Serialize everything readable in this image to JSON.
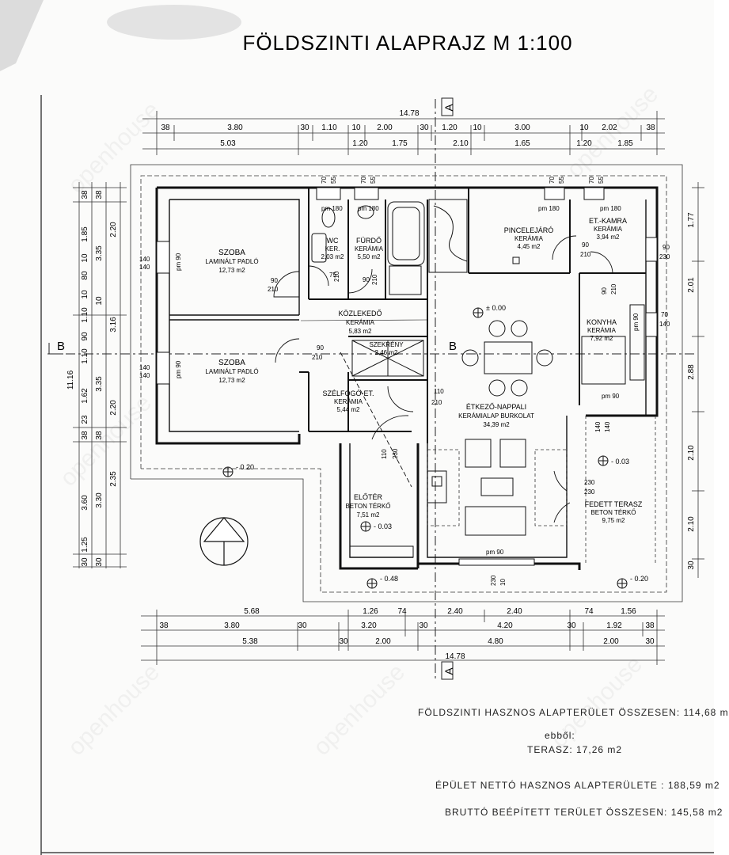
{
  "title": "FÖLDSZINTI ALAPRAJZ  M 1:100",
  "watermark": "openhouse",
  "section_mark_a": "A",
  "section_mark_b": "B",
  "dims_top_row1": [
    "38",
    "3.80",
    "30",
    "1.10",
    "10",
    "2.00",
    "30",
    "1.20",
    "10",
    "3.00",
    "10",
    "2.02",
    "38"
  ],
  "dims_top_total": "14.78",
  "dims_top_row2": [
    "5.03",
    "1.20",
    "1.75",
    "2.10",
    "1.65",
    "1.20",
    "1.85"
  ],
  "dims_bottom_row1": [
    "5.68",
    "1.26",
    "74",
    "2.40",
    "2.40",
    "74",
    "1.56"
  ],
  "dims_bottom_row2": [
    "38",
    "3.80",
    "30",
    "3.20",
    "30",
    "4.20",
    "30",
    "1.92",
    "38"
  ],
  "dims_bottom_row3": [
    "5.38",
    "30",
    "2.00",
    "4.80",
    "2.00",
    "30"
  ],
  "dims_bottom_total": "14.78",
  "dims_left_total": "11.16",
  "dims_left_col1": [
    "38",
    "1.85",
    "10",
    "80",
    "10",
    "1.10",
    "90",
    "1.10",
    "1.62",
    "23",
    "38",
    "3.60",
    "1.25",
    "30"
  ],
  "dims_left_col2": [
    "38",
    "3.35",
    "10",
    "3.16",
    "3.35",
    "38",
    "3.30",
    "30"
  ],
  "dims_left_col3": [
    "2.20",
    "2.20",
    "2.35"
  ],
  "dims_right": [
    "1.77",
    "2.01",
    "2.88",
    "2.10",
    "2.10",
    "30"
  ],
  "rooms": [
    {
      "name": "SZOBA",
      "finish": "LAMINÁLT PADLÓ",
      "area": "12,73 m2"
    },
    {
      "name": "SZOBA",
      "finish": "LAMINÁLT PADLÓ",
      "area": "12,73 m2"
    },
    {
      "name": "WC",
      "finish": "KER.",
      "area": "2,03 m2"
    },
    {
      "name": "FÜRDŐ",
      "finish": "KERÁMIA",
      "area": "5,50 m2"
    },
    {
      "name": "PINCELEJÁRÓ",
      "finish": "KERÁMIA",
      "area": "4,45 m2"
    },
    {
      "name": "ET.-KAMRA",
      "finish": "KERÁMIA",
      "area": "3,94 m2"
    },
    {
      "name": "KÖZLEKEDŐ",
      "finish": "KERÁMIA",
      "area": "5,83 m2"
    },
    {
      "name": "KONYHA",
      "finish": "KERÁMIA",
      "area": "7,92 m2"
    },
    {
      "name": "SZÉLFOGÓ-ET.",
      "finish": "KERÁMIA",
      "area": "5,44 m2"
    },
    {
      "name": "ÉTKEZŐ-NAPPALI",
      "finish": "KERÁMIALAP BURKOLAT",
      "area": "34,39 m2"
    },
    {
      "name": "ELŐTÉR",
      "finish": "BETON TÉRKŐ",
      "area": "7,51 m2"
    },
    {
      "name": "FEDETT TERASZ",
      "finish": "BETON TÉRKŐ",
      "area": "9,75 m2"
    }
  ],
  "closet": {
    "name": "SZEKRÉNY",
    "area": "2,46 m2"
  },
  "levels": {
    "zero": "± 0.00",
    "front": "- 0.20",
    "entry": "- 0.03",
    "terrace": "- 0.03",
    "porch_low": "- 0.48",
    "right_low": "- 0.20"
  },
  "openings": {
    "window_a_w": "140",
    "window_a_h": "140",
    "window_b_w": "140",
    "window_b_h": "140",
    "window_c_w": "70",
    "window_c_h": "140",
    "window_d_w": "90",
    "window_d_h": "230",
    "door_room": "90",
    "door_room_h": "210",
    "door_wc": "75",
    "door_wc_h": "210",
    "door_bath": "90",
    "door_bath_h": "210",
    "door_hall": "90",
    "door_hall_h": "210",
    "door_vest": "110",
    "door_vest_h": "210",
    "door_entry": "110",
    "door_entry_h": "230",
    "door_terrace": "230",
    "door_terrace_h": "230",
    "door_kitchen": "90",
    "door_kitchen_h": "210",
    "door_pantry": "90",
    "door_pantry_h": "210",
    "door_terr_b": "140",
    "door_terr_b_h": "140",
    "win_top_1": "70",
    "win_top_1b": "55",
    "win_top_2": "70",
    "win_top_2b": "55",
    "win_top_3": "70",
    "win_top_3b": "55",
    "win_top_4": "70",
    "win_top_4b": "55",
    "win_bottom": "230",
    "win_bottom_b": "10",
    "pm180_a": "pm 180",
    "pm180_b": "pm 180",
    "pm180_c": "pm 180",
    "pm180_d": "pm 180",
    "pm90_a": "pm 90",
    "pm90_b": "pm 90",
    "pm90_c": "pm 90",
    "pm90_d": "pm 90",
    "pm90_e": "pm 90"
  },
  "summary": {
    "useful_total": "FÖLDSZINTI HASZNOS ALAPTERÜLET ÖSSZESEN: 114,68 m",
    "of_which": "ebből:",
    "terrace": "TERASZ: 17,26 m2",
    "net_total": "ÉPÜLET NETTÓ HASZNOS ALAPTERÜLETE : 188,59 m2",
    "gross_total": "BRUTTÓ BEÉPÍTETT TERÜLET ÖSSZESEN: 145,58 m2"
  }
}
